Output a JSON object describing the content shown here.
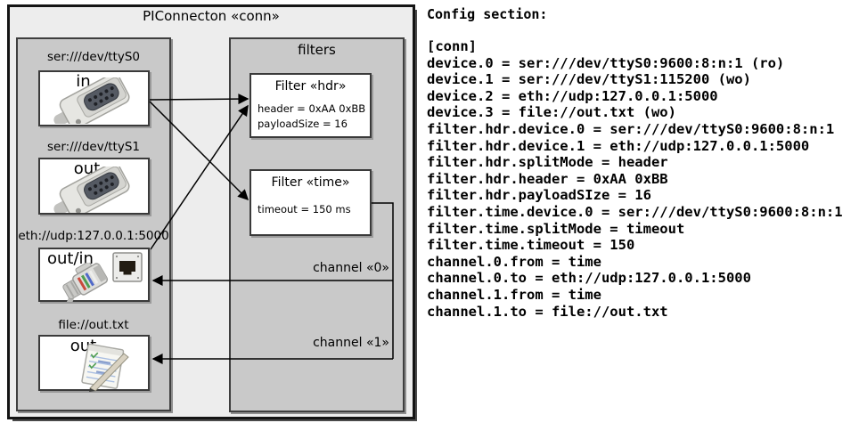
{
  "colors": {
    "page_bg": "#ffffff",
    "outer_box_bg": "#ededed",
    "panel_bg": "#c9c9c9",
    "device_box_bg": "#ffffff",
    "border": "#141414",
    "arrow": "#000000"
  },
  "diagram": {
    "title": "PIConnecton «conn»",
    "devices": [
      {
        "url": "ser:///dev/ttyS0",
        "direction": "in",
        "icon": "serial-connector-icon"
      },
      {
        "url": "ser:///dev/ttyS1",
        "direction": "out",
        "icon": "serial-connector-icon"
      },
      {
        "url": "eth://udp:127.0.0.1:5000",
        "direction": "out/in",
        "icon": "ethernet-port-and-cable-icon"
      },
      {
        "url": "file://out.txt",
        "direction": "out",
        "icon": "notepad-icon"
      }
    ],
    "filters_panel_title": "filters",
    "filters": [
      {
        "title": "Filter «hdr»",
        "properties": [
          "header = 0xAA 0xBB",
          "payloadSize = 16"
        ]
      },
      {
        "title": "Filter «time»",
        "properties": [
          "timeout = 150 ms"
        ]
      }
    ],
    "channels": [
      {
        "label": "channel «0»"
      },
      {
        "label": "channel «1»"
      }
    ]
  },
  "config": {
    "heading": "Config section:",
    "section_lines": [
      "[conn]",
      "device.0 = ser:///dev/ttyS0:9600:8:n:1 (ro)",
      "device.1 = ser:///dev/ttyS1:115200 (wo)",
      "device.2 = eth://udp:127.0.0.1:5000",
      "device.3 = file://out.txt (wo)",
      "filter.hdr.device.0 = ser:///dev/ttyS0:9600:8:n:1",
      "filter.hdr.device.1 = eth://udp:127.0.0.1:5000",
      "filter.hdr.splitMode = header",
      "filter.hdr.header = 0xAA 0xBB",
      "filter.hdr.payloadSIze = 16",
      "filter.time.device.0 = ser:///dev/ttyS0:9600:8:n:1",
      "filter.time.splitMode = timeout",
      "filter.time.timeout = 150",
      "channel.0.from = time",
      "channel.0.to = eth://udp:127.0.0.1:5000",
      "channel.1.from = time",
      "channel.1.to = file://out.txt"
    ]
  }
}
